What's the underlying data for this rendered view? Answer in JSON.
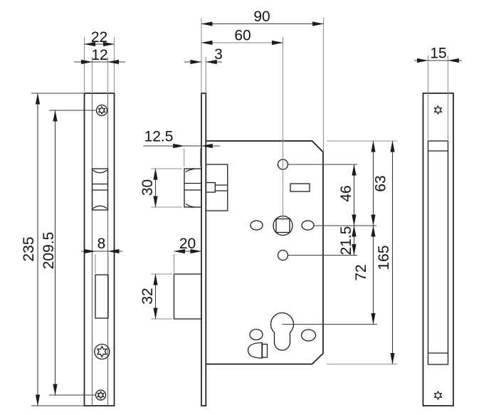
{
  "drawing": {
    "type": "mortise-lock-technical-drawing",
    "views": {
      "front_faceplate": {
        "dims": {
          "outer_width": "22",
          "inner_width": "12",
          "total_height": "235",
          "screw_spacing": "209.5",
          "deadbolt_slot_width": "8"
        }
      },
      "lock_case": {
        "dims": {
          "case_total_depth": "90",
          "backset": "60",
          "faceplate_thickness": "3",
          "latch_projection": "12.5",
          "latch_height": "30",
          "deadbolt_projection": "20",
          "deadbolt_height": "32",
          "spindle_to_top_hole": "46",
          "case_top_to_spindle": "63",
          "spindle_to_lower_hole": "21.5",
          "spindle_to_cylinder": "72",
          "case_height": "165"
        }
      },
      "edge_plate": {
        "dims": {
          "channel_width": "15"
        }
      }
    },
    "colors": {
      "background": "#ffffff",
      "outline": "#1c1c1c",
      "dimension": "#3d3d3d",
      "extension": "#8f8f8f",
      "textcol": "#111111",
      "dimlight": "#7f7f7f"
    }
  }
}
